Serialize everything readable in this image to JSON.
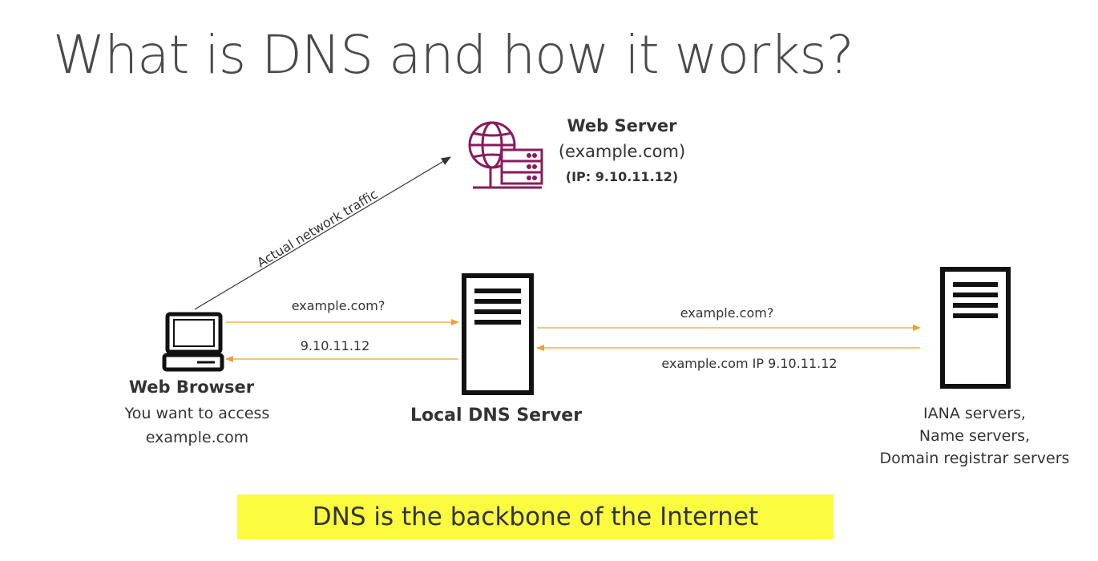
{
  "title": "What is DNS and how it works?",
  "web_server": {
    "name": "Web Server",
    "domain": "(example.com)",
    "ip": "(IP: 9.10.11.12)"
  },
  "traffic_label": "Actual network traffic",
  "browser": {
    "name": "Web Browser",
    "line1": "You want to access",
    "line2": "example.com"
  },
  "local_dns": {
    "name": "Local DNS Server"
  },
  "iana": {
    "line1": "IANA servers,",
    "line2": "Name servers,",
    "line3": "Domain registrar servers"
  },
  "arrows": {
    "browser_query": "example.com?",
    "browser_reply": "9.10.11.12",
    "dns_query": "example.com?",
    "dns_reply": "example.com IP 9.10.11.12"
  },
  "colors": {
    "arrow": "#f0a030",
    "web_server_icon": "#8b1a5c",
    "banner": "#fbfb3f"
  },
  "banner_text": "DNS is the backbone of the Internet"
}
